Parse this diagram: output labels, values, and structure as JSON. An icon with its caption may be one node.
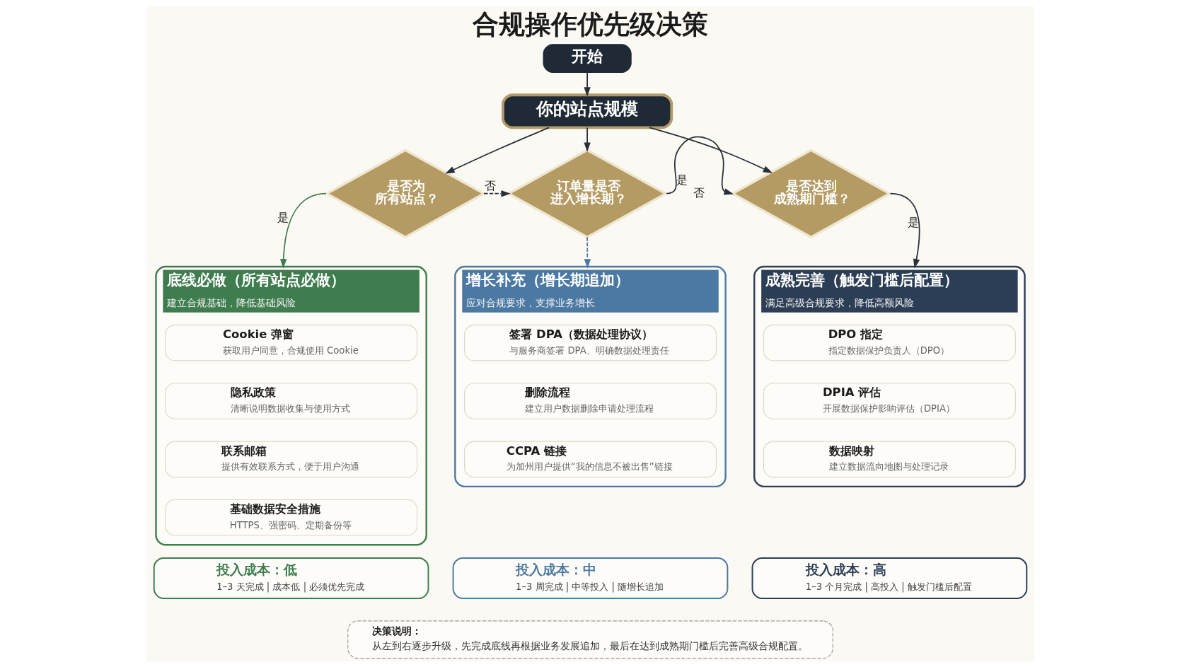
{
  "diagram": {
    "title": "合规操作优先级决策",
    "nodes": [
      {
        "text": [
          "开始"
        ]
      },
      {
        "text": [
          "你的站点规模"
        ]
      },
      {
        "text": [
          "是否为所有站点？"
        ]
      },
      {
        "text": [
          "订单量是否进入增长期？"
        ]
      },
      {
        "text": [
          "是否达到成熟期门槛？"
        ]
      },
      {
        "text": [
          "底线必做（所有站点必做）",
          "建立合规基础，降低基础风险"
        ]
      },
      {
        "text": [
          "Cookie 弹窗",
          "获取用户同意，合规使用 Cookie"
        ],
        "in": 5
      },
      {
        "text": [
          "隐私政策",
          "清晰说明数据收集与使用方式"
        ],
        "in": 5
      },
      {
        "text": [
          "联系邮箱",
          "提供有效联系方式，便于用户沟通"
        ],
        "in": 5
      },
      {
        "text": [
          "基础数据安全措施",
          "HTTPS、强密码、定期备份等"
        ],
        "in": 5
      },
      {
        "text": [
          "投入成本：低",
          "1–3 天完成 | 成本低 | 必须优先完成"
        ]
      },
      {
        "text": [
          "增长补充（增长期追加）",
          "应对合规要求，支撑业务增长"
        ]
      },
      {
        "text": [
          "签署 DPA（数据处理协议）",
          "与服务商签署 DPA、明确数据处理责任"
        ],
        "in": 11
      },
      {
        "text": [
          "删除流程",
          "建立用户数据删除申请处理流程"
        ],
        "in": 11
      },
      {
        "text": [
          "CCPA 链接",
          "为加州用户提供“我的信息不被出售”链接"
        ],
        "in": 11
      },
      {
        "text": [
          "投入成本：中",
          "1–3 周完成 | 中等投入 | 随增长追加"
        ]
      },
      {
        "text": [
          "成熟完善（触发门槛后配置）",
          "满足高级合规要求，降低高额风险"
        ]
      },
      {
        "text": [
          "DPO 指定",
          "指定数据保护负责人（DPO）"
        ],
        "in": 16
      },
      {
        "text": [
          "DPIA 评估",
          "开展数据保护影响评估（DPIA）"
        ],
        "in": 16
      },
      {
        "text": [
          "数据映射",
          "建立数据流向地图与处理记录"
        ],
        "in": 16
      },
      {
        "text": [
          "投入成本：高",
          "1–3 个月完成 | 高投入 | 触发门槛后配置"
        ]
      },
      {
        "text": [
          "决策说明：",
          "从左到右逐步升级，先完成底线再根据业务发展追加，最后在达到成熟期门槛后完善高级合规配置。"
        ]
      }
    ],
    "edges": [
      {
        "from": 0,
        "to": 1,
        "arrow": "to"
      },
      {
        "from": 1,
        "to": 2,
        "arrow": "to"
      },
      {
        "from": 1,
        "to": 3,
        "arrow": "to"
      },
      {
        "from": 1,
        "to": 4,
        "arrow": "to"
      },
      {
        "from": 2,
        "to": 5,
        "arrow": "to",
        "label": "是",
        "color": "#3f7d4e"
      },
      {
        "from": 2,
        "to": 3,
        "arrow": "to",
        "label": "否",
        "style": "dashed"
      },
      {
        "from": 3,
        "to": 11,
        "arrow": "to",
        "style": "dashed",
        "color": "#4b79a3"
      },
      {
        "from": 3,
        "to": 4,
        "arrow": "to",
        "label": "是"
      },
      {
        "from": 4,
        "to": 16,
        "arrow": "to",
        "label": "是"
      }
    ],
    "labels": [
      "否"
    ]
  }
}
